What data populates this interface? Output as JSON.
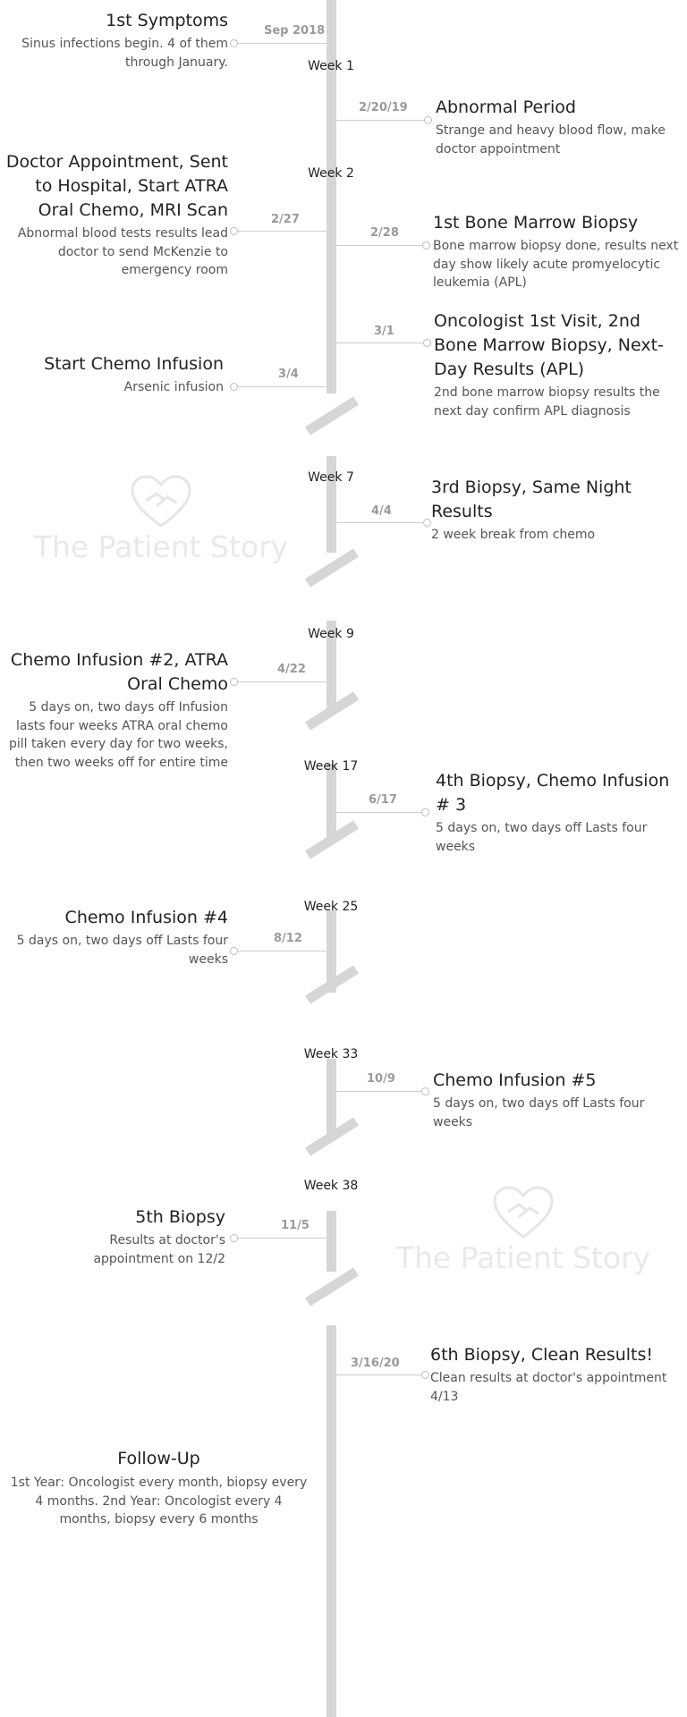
{
  "watermark": {
    "text": "The Patient Story",
    "icon": "heart-handshake-icon"
  },
  "weeks": {
    "w1": "Week 1",
    "w2": "Week 2",
    "w7": "Week 7",
    "w9": "Week 9",
    "w17": "Week 17",
    "w25": "Week 25",
    "w33": "Week 33",
    "w38": "Week 38"
  },
  "events": [
    {
      "date": "Sep 2018",
      "title": "1st Symptoms",
      "desc": "Sinus infections begin. 4 of them through January."
    },
    {
      "date": "2/20/19",
      "title": "Abnormal Period",
      "desc": "Strange and heavy blood flow, make doctor appointment"
    },
    {
      "date": "2/27",
      "title": "Doctor Appointment, Sent to Hospital, Start ATRA Oral Chemo, MRI Scan",
      "desc": "Abnormal blood tests results lead doctor to send McKenzie to emergency room"
    },
    {
      "date": "2/28",
      "title": "1st Bone Marrow Biopsy",
      "desc": "Bone marrow biopsy done, results next day show likely acute promyelocytic leukemia (APL)"
    },
    {
      "date": "3/1",
      "title": "Oncologist 1st Visit, 2nd Bone Marrow Biopsy, Next-Day Results (APL)",
      "desc": "2nd bone marrow biopsy results the next day confirm APL diagnosis"
    },
    {
      "date": "3/4",
      "title": "Start Chemo Infusion",
      "desc": "Arsenic infusion"
    },
    {
      "date": "4/4",
      "title": "3rd Biopsy, Same Night Results",
      "desc": "2 week break from chemo"
    },
    {
      "date": "4/22",
      "title": "Chemo Infusion #2, ATRA Oral Chemo",
      "desc": "5 days on, two days off Infusion lasts four weeks ATRA oral chemo pill taken every day for two weeks, then two weeks off for entire time"
    },
    {
      "date": "6/17",
      "title": "4th Biopsy, Chemo Infusion # 3",
      "desc": "5 days on, two days off Lasts four weeks"
    },
    {
      "date": "8/12",
      "title": "Chemo Infusion #4",
      "desc": "5 days on, two days off Lasts four weeks"
    },
    {
      "date": "10/9",
      "title": "Chemo Infusion #5",
      "desc": "5 days on, two days off Lasts four weeks"
    },
    {
      "date": "11/5",
      "title": "5th Biopsy",
      "desc": "Results at doctor's appointment on 12/2"
    },
    {
      "date": "3/16/20",
      "title": "6th Biopsy, Clean Results!",
      "desc": "Clean results at doctor's appointment 4/13"
    }
  ],
  "followup": {
    "title": "Follow-Up",
    "desc": "1st Year:  Oncologist every month, biopsy every 4 months. 2nd Year: Oncologist every 4 months, biopsy every 6 months"
  }
}
